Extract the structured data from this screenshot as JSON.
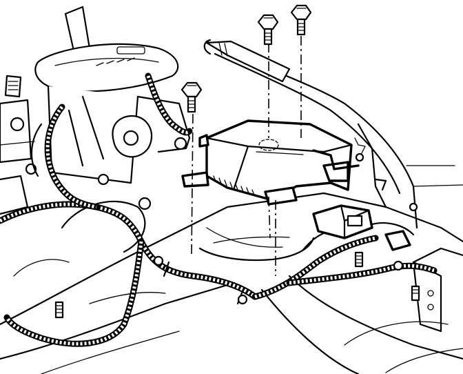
{
  "figure": {
    "background": "#ffffff",
    "ink": "#000000",
    "fasteners": [
      "bolt-1",
      "bolt-2",
      "bolt-3",
      "bolt-4"
    ]
  }
}
